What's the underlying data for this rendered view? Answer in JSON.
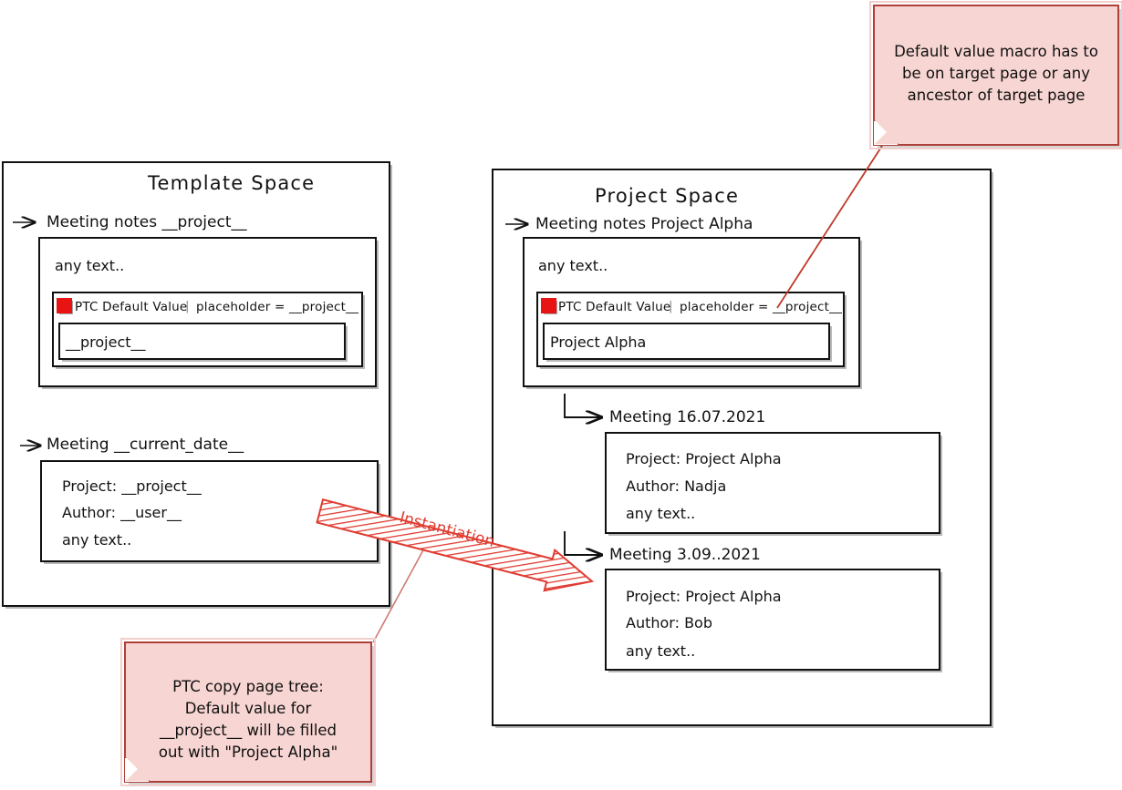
{
  "diagram": {
    "title": "PTC Default Value macro instantiation",
    "colors": {
      "note_fill": "#f7d5d2",
      "note_border": "#ad4038",
      "macro_chip": "#e81313",
      "arrow_red": "#e03c31",
      "line_black": "#111111"
    }
  },
  "template_space": {
    "title": "Template  Space",
    "pages": [
      {
        "arrow_icon": "arrow-right-icon",
        "title": "Meeting notes __project__",
        "lines": [
          "any text.."
        ],
        "macro": {
          "chip_icon": "red-square-icon",
          "name": "PTC Default Value",
          "separator": "|",
          "param": "placeholder = __project__",
          "value": "__project__"
        }
      },
      {
        "arrow_icon": "arrow-right-icon",
        "title": "Meeting __current_date__",
        "lines": [
          "Project: __project__",
          "Author: __user__",
          "any text.."
        ]
      }
    ]
  },
  "project_space": {
    "title": "Project  Space",
    "pages": [
      {
        "arrow_icon": "arrow-right-icon",
        "title": "Meeting notes Project Alpha",
        "lines": [
          "any text.."
        ],
        "macro": {
          "chip_icon": "red-square-icon",
          "name": "PTC Default Value",
          "separator": "|",
          "param": "placeholder = __project__",
          "value": "Project Alpha"
        }
      },
      {
        "connector_icon": "elbow-arrow-icon",
        "title": "Meeting 16.07.2021",
        "lines": [
          "Project: Project Alpha",
          "Author: Nadja",
          "any text.."
        ]
      },
      {
        "connector_icon": "elbow-arrow-icon",
        "title": "Meeting 3.09..2021",
        "lines": [
          "Project: Project Alpha",
          "Author: Bob",
          "any text.."
        ]
      }
    ]
  },
  "notes": {
    "top_right": {
      "lines": [
        "Default value macro has to",
        "be on target page or any",
        "ancestor of target page"
      ]
    },
    "bottom_left": {
      "lines": [
        "PTC copy page tree:",
        "Default value for",
        "__project__ will be filled",
        "out with \"Project Alpha\""
      ]
    }
  },
  "annotations": {
    "instantiation_label": "Instantiation"
  }
}
